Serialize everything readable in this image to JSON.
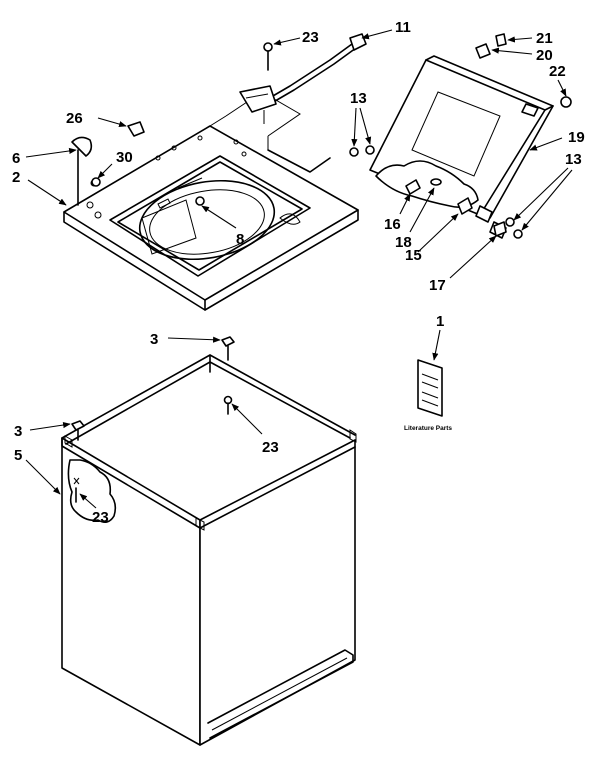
{
  "callouts": {
    "c23_top": "23",
    "c11": "11",
    "c21": "21",
    "c20": "20",
    "c22": "22",
    "c13_mid": "13",
    "c26": "26",
    "c6": "6",
    "c30": "30",
    "c2": "2",
    "c8": "8",
    "c19": "19",
    "c13_right": "13",
    "c16": "16",
    "c18": "18",
    "c15": "15",
    "c17": "17",
    "c1": "1",
    "c3_mid": "3",
    "c23_mid": "23",
    "c3_left": "3",
    "c5": "5",
    "c23_left": "23"
  },
  "literature_label": "Literature Parts"
}
